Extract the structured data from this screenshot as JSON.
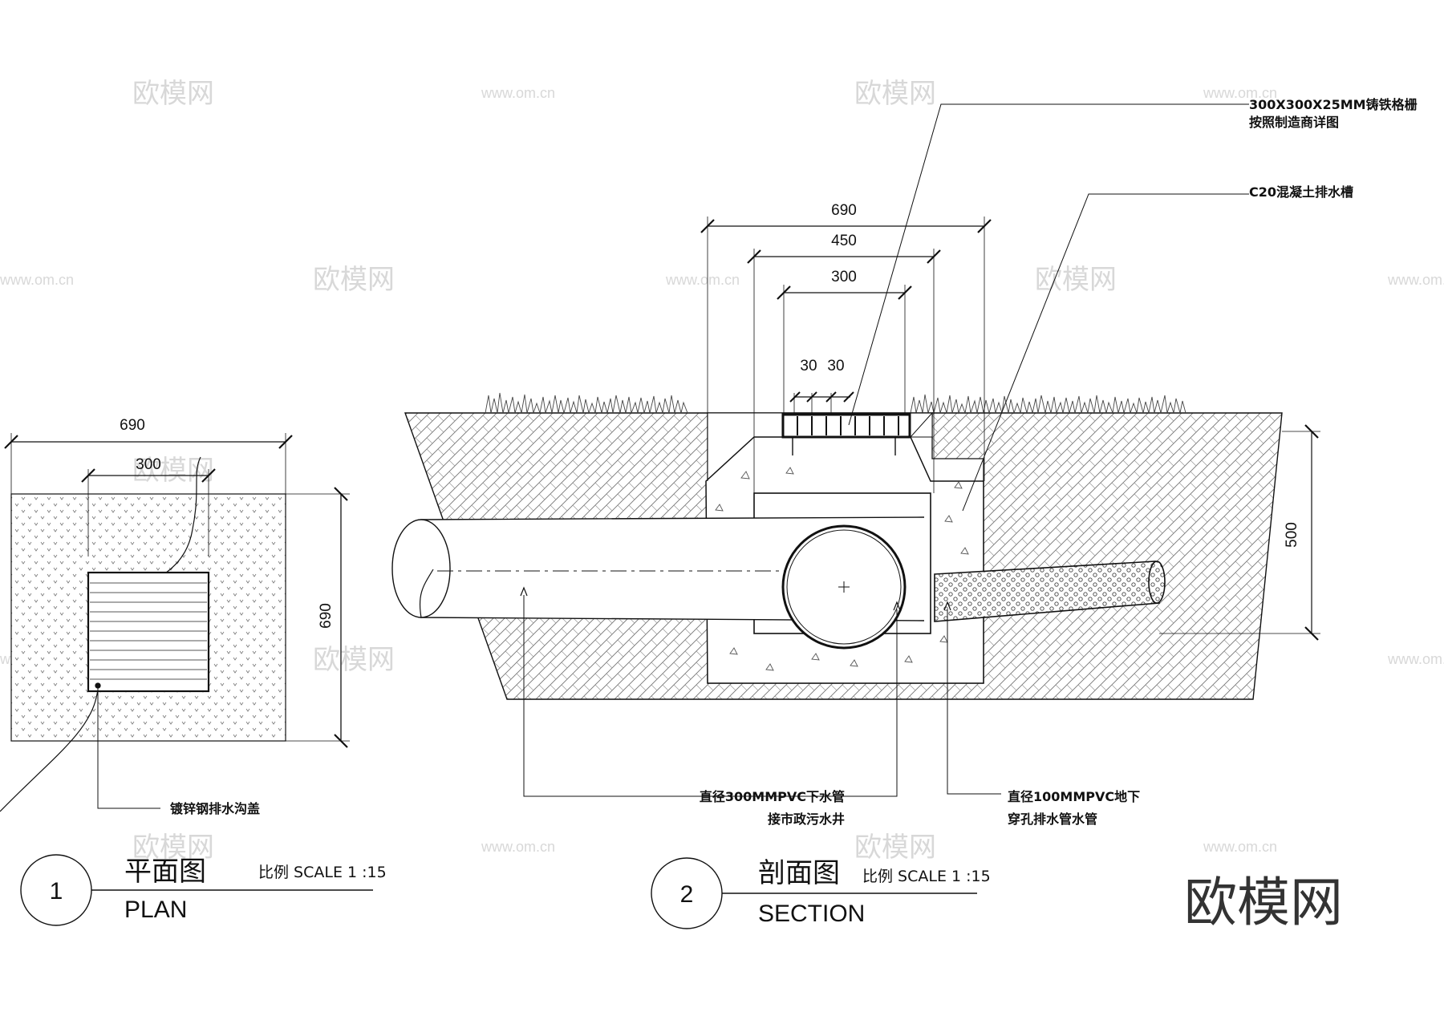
{
  "watermark": {
    "cn": "欧模网",
    "url": "www.om.cn"
  },
  "logo": "欧模网",
  "plan": {
    "dim_width": "690",
    "dim_inner": "300",
    "dim_height": "690",
    "note_cover": "镀锌钢排水沟盖",
    "number": "1",
    "title_cn": "平面图",
    "title_en": "PLAN",
    "scale": "比例 SCALE 1 :15"
  },
  "section": {
    "dim_690": "690",
    "dim_450": "450",
    "dim_300": "300",
    "dim_30a": "30",
    "dim_30b": "30",
    "dim_500": "500",
    "note_grate_1": "300X300X25MM铸铁格栅",
    "note_grate_2": "按照制造商详图",
    "note_trench": "C20混凝土排水槽",
    "note_pipe300_1": "直径300MMPVC下水管",
    "note_pipe300_2": "接市政污水井",
    "note_pipe100_1": "直径100MMPVC地下",
    "note_pipe100_2": "穿孔排水管水管",
    "number": "2",
    "title_cn": "剖面图",
    "title_en": "SECTION",
    "scale": "比例 SCALE 1 :15"
  }
}
